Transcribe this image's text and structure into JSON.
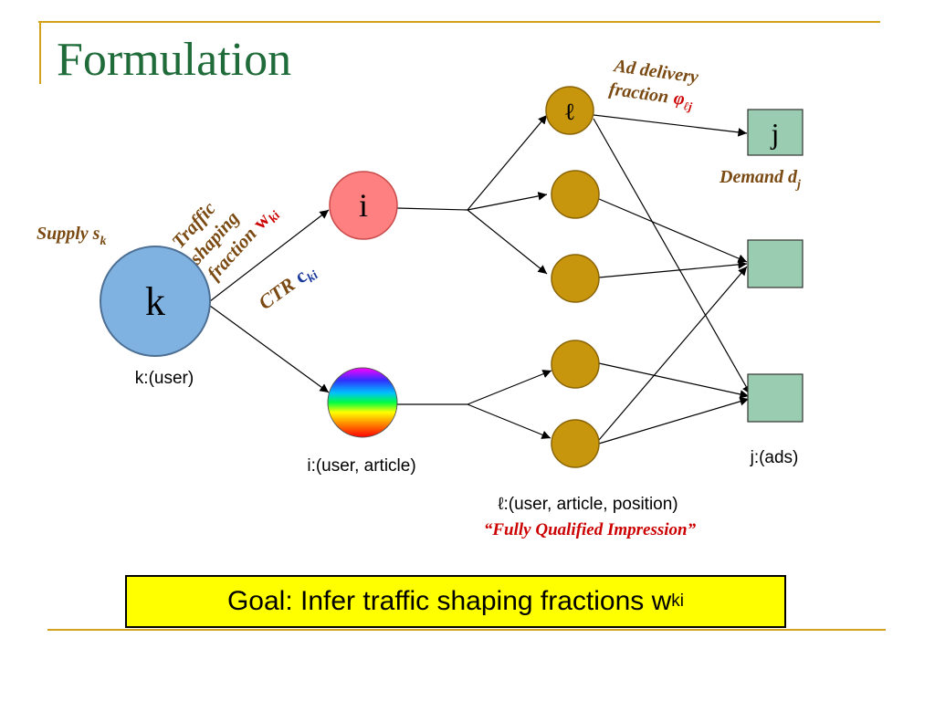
{
  "title": "Formulation",
  "colors": {
    "title": "#1f6b3a",
    "accent_rule": "#d4a21a",
    "user_node": "#7fb2e0",
    "ui_node": "#ff8080",
    "impression_node": "#c8960c",
    "ad_node": "#99ccb0",
    "annotation_brown": "#7a4a12",
    "annotation_red": "#cc0000",
    "annotation_blue": "#1a3a9e",
    "goal_bg": "#ffff00"
  },
  "nodes": {
    "k_label": "k",
    "i_label": "i",
    "l_label": "ℓ",
    "j_label": "j"
  },
  "annotations": {
    "supply": "Supply s",
    "supply_sub": "k",
    "traffic_line1": "Traffic",
    "traffic_line2": "shaping",
    "traffic_line3": "fraction",
    "traffic_var": "w",
    "traffic_sub": "ki",
    "ctr": "CTR",
    "ctr_var": "c",
    "ctr_sub": "ki",
    "ad_line1": "Ad delivery",
    "ad_line2": "fraction",
    "ad_var": "φ",
    "ad_sub": "ℓj",
    "demand": "Demand d",
    "demand_sub": "j"
  },
  "captions": {
    "k": "k:(user)",
    "i": "i:(user, article)",
    "l": "ℓ:(user, article, position)",
    "fqi": "“Fully Qualified Impression”",
    "j": "j:(ads)"
  },
  "goal": {
    "text": "Goal: Infer traffic shaping fractions w",
    "sub": "ki"
  }
}
